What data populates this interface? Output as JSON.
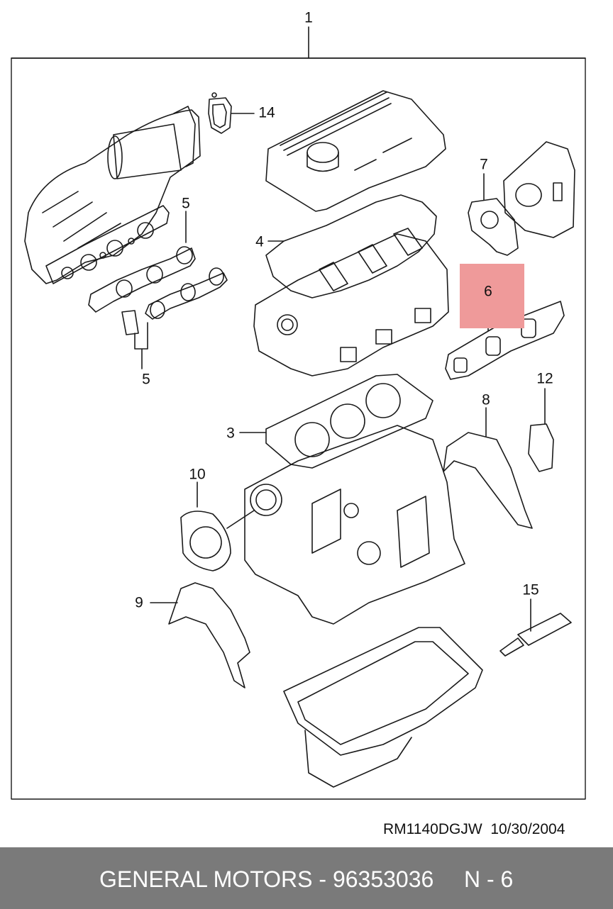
{
  "colors": {
    "highlight": "#ef9a9a",
    "line": "#1a1a1a",
    "footer_bg": "#7a7a7a",
    "footer_text": "#ffffff"
  },
  "callouts": {
    "c1": "1",
    "c14": "14",
    "c7": "7",
    "c5a": "5",
    "c4": "4",
    "c6": "6",
    "c5b": "5",
    "c12": "12",
    "c8": "8",
    "c3": "3",
    "c10": "10",
    "c9": "9",
    "c15": "15"
  },
  "document": {
    "ref": "RM1140DGJW",
    "date": "10/30/2004"
  },
  "footer": {
    "part": "GENERAL MOTORS - 96353036",
    "page": "N - 6"
  }
}
